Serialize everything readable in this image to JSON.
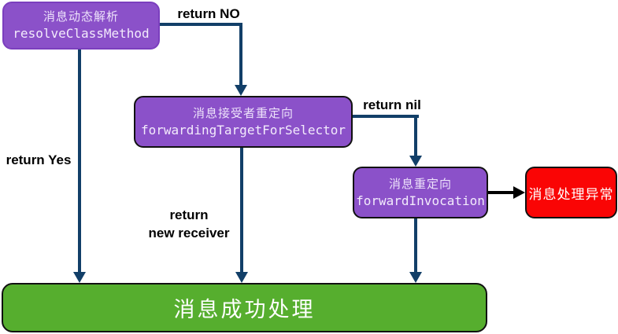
{
  "diagram": {
    "nodes": {
      "resolve": {
        "title": "消息动态解析",
        "code": "resolveClassMethod"
      },
      "forwarding_target": {
        "title": "消息接受者重定向",
        "code": "forwardingTargetForSelector"
      },
      "forward_invocation": {
        "title": "消息重定向",
        "code": "forwardInvocation"
      },
      "error": {
        "title": "消息处理异常"
      },
      "success": {
        "title": "消息成功处理"
      }
    },
    "edge_labels": {
      "return_no": "return NO",
      "return_yes": "return Yes",
      "return_nil": "return nil",
      "return_new_receiver": {
        "line1": "return",
        "line2": "new receiver"
      }
    },
    "colors": {
      "node_purple": "#8B51C9",
      "node_green": "#56AE2E",
      "node_red": "#FA0505",
      "arrow_navy": "#123F68",
      "arrow_black": "#000000"
    }
  }
}
